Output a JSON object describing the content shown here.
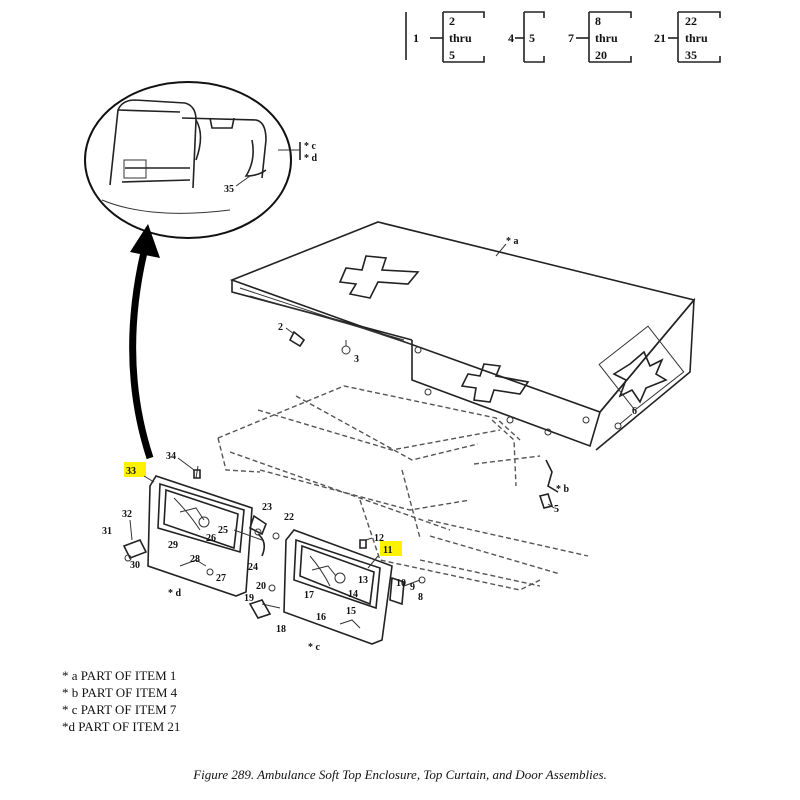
{
  "index": {
    "groups": [
      {
        "parent": "1",
        "children": [
          "2",
          "thru",
          "5"
        ]
      },
      {
        "parent": "4",
        "children": [
          "5"
        ]
      },
      {
        "parent": "7",
        "children": [
          "8",
          "thru",
          "20"
        ]
      },
      {
        "parent": "21",
        "children": [
          "22",
          "thru",
          "35"
        ]
      }
    ]
  },
  "callouts": {
    "a": "* a",
    "b": "* b",
    "c": "* c",
    "d": "* d",
    "c2": "* c",
    "d2": "* d",
    "n2": "2",
    "n3": "3",
    "n5": "5",
    "n6": "6",
    "n8": "8",
    "n9": "9",
    "n10": "10",
    "n11": "11",
    "n12": "12",
    "n13": "13",
    "n14": "14",
    "n15": "15",
    "n16": "16",
    "n17": "17",
    "n18": "18",
    "n19": "19",
    "n20": "20",
    "n22": "22",
    "n23": "23",
    "n24": "24",
    "n25": "25",
    "n26": "26",
    "n27": "27",
    "n28": "28",
    "n29": "29",
    "n30": "30",
    "n31": "31",
    "n32": "32",
    "n33": "33",
    "n34": "34",
    "n35": "35",
    "highlight_color": "#fff200"
  },
  "notes": [
    "* a PART OF ITEM 1",
    "* b PART OF ITEM 4",
    "* c PART OF ITEM 7",
    "*d  PART OF ITEM 21"
  ],
  "caption": "Figure 289.  Ambulance Soft Top Enclosure, Top Curtain, and Door Assemblies."
}
